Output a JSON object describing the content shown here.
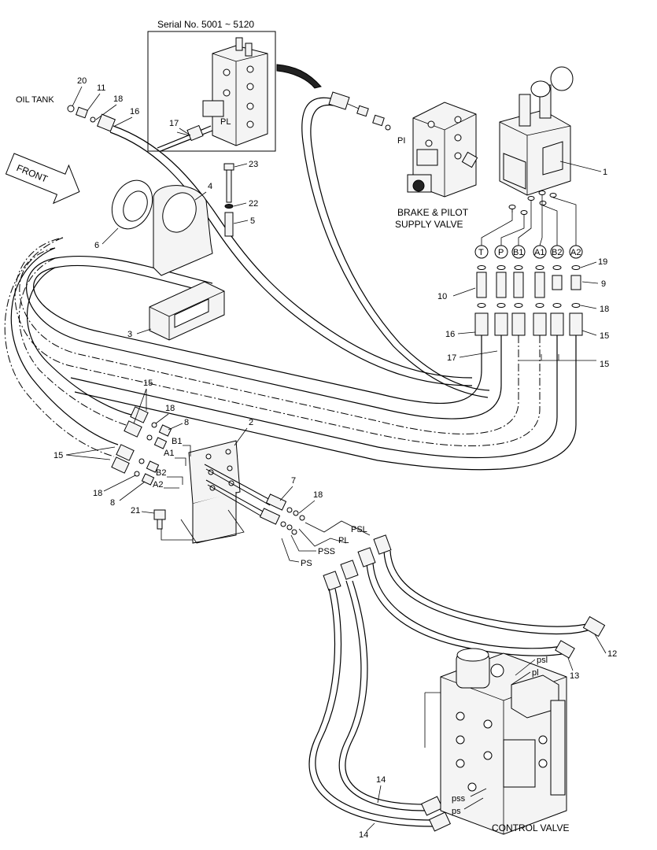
{
  "labels": {
    "serial": "Serial No. 5001 ~ 5120",
    "oil_tank": "OIL TANK",
    "front": "FRONT",
    "brake_valve_1": "BRAKE & PILOT",
    "brake_valve_2": "SUPPLY VALVE",
    "control_valve": "CONTROL VALVE",
    "pl_inset": "PL",
    "pi": "PI",
    "port_T": "T",
    "port_P": "P",
    "port_B1": "B1",
    "port_A1": "A1",
    "port_B2": "B2",
    "port_A2": "A2",
    "plate_B1": "B1",
    "plate_A1": "A1",
    "plate_B2": "B2",
    "plate_A2": "A2",
    "psl": "PSL",
    "pl": "PL",
    "pss": "PSS",
    "ps": "PS",
    "cv_psl": "psl",
    "cv_pl": "pl",
    "cv_pss": "pss",
    "cv_ps": "ps"
  },
  "callouts": {
    "c20": "20",
    "c11": "11",
    "c18a": "18",
    "c16a": "16",
    "c17a": "17",
    "c23": "23",
    "c4": "4",
    "c22": "22",
    "c5": "5",
    "c6": "6",
    "c3": "3",
    "c1": "1",
    "c19": "19",
    "c9": "9",
    "c10": "10",
    "c18b": "18",
    "c16b": "16",
    "c15a": "15",
    "c17b": "17",
    "c15b": "15",
    "c15c": "15",
    "c18c": "18",
    "c8a": "8",
    "c2": "2",
    "c15d": "15",
    "c18d": "18",
    "c8b": "8",
    "c21": "21",
    "c7": "7",
    "c18e": "18",
    "c12": "12",
    "c13": "13",
    "c14a": "14",
    "c14b": "14"
  }
}
